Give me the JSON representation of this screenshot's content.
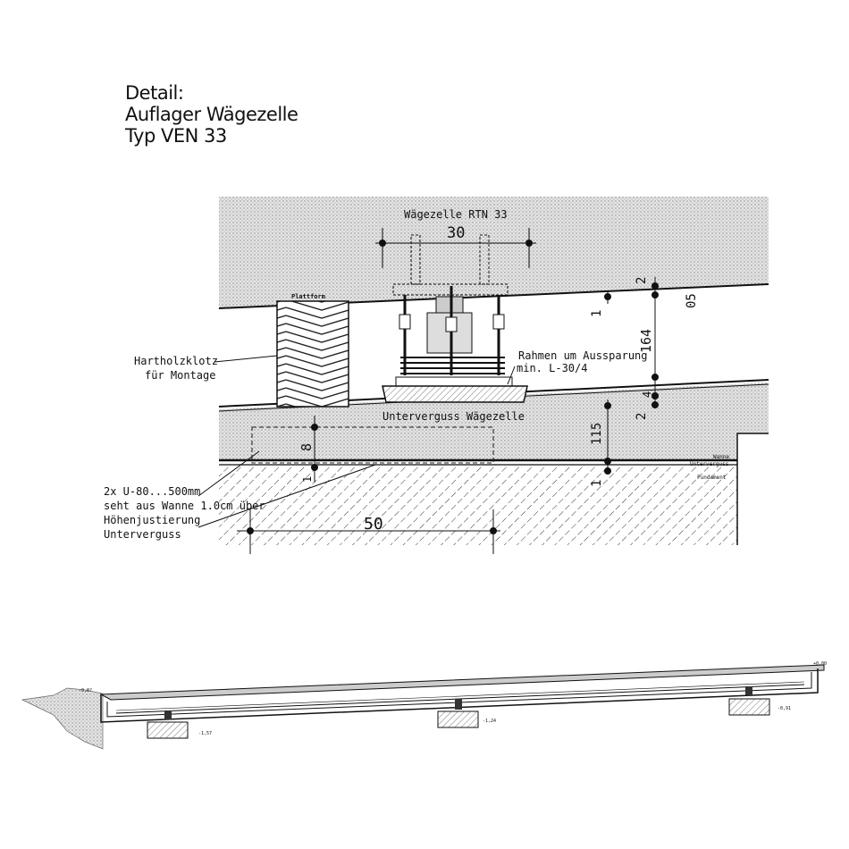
{
  "title": {
    "line1": "Detail:",
    "line2": "Auflager Wägezelle",
    "line3": "Typ VEN 33"
  },
  "detail": {
    "load_cell": "Wägezelle RTN 33",
    "platform": "Plattform",
    "hardwood_block": [
      "Hartholzklotz",
      "für Montage"
    ],
    "frame": [
      "Rahmen um Aussparung",
      "min. L-30/4"
    ],
    "grout": "Unterverguss Wägezelle",
    "u_profile_note": [
      "2x U-80...500mm",
      "seht aus Wanne 1.0cm über",
      "Höhenjustierung",
      "Unterverguss"
    ],
    "layers": [
      "Wanne",
      "Unterverguss",
      "Fundament"
    ],
    "dimensions": {
      "d30": "30",
      "d2a": "2",
      "d05": "05",
      "d1a": "1",
      "d164": "164",
      "d4": "4",
      "d2b": "2",
      "d115": "115",
      "d1b": "1",
      "d8": "8",
      "d1c": "1",
      "d50": "50"
    }
  },
  "section": {
    "levels": {
      "top": "+0,00",
      "left": "-0,8?",
      "foot1": "-1,57",
      "foot2": "-1,24",
      "foot3": "-0,91"
    }
  }
}
